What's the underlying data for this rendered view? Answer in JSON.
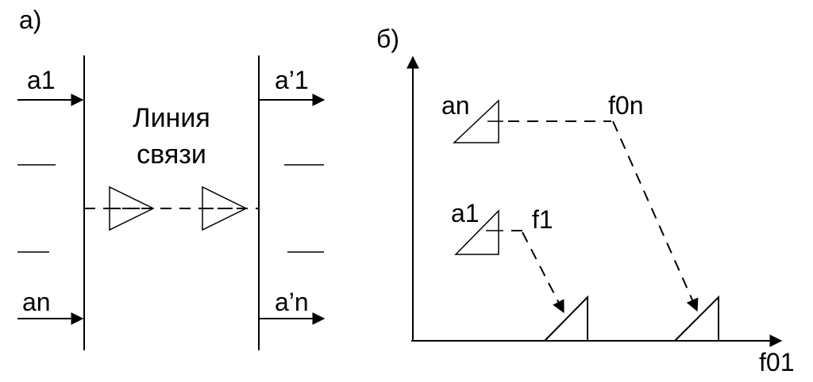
{
  "panel_a": {
    "label": "а)",
    "inputs": {
      "top": "a1",
      "bottom": "an"
    },
    "outputs": {
      "top": "a’1",
      "bottom": "a’n"
    },
    "line_label": {
      "line1": "Линия",
      "line2": "связи"
    }
  },
  "panel_b": {
    "label": "б)",
    "top_signal": "an",
    "top_freq": "f0n",
    "mid_signal": "a1",
    "mid_freq": "f1",
    "axis_label": "f01"
  }
}
